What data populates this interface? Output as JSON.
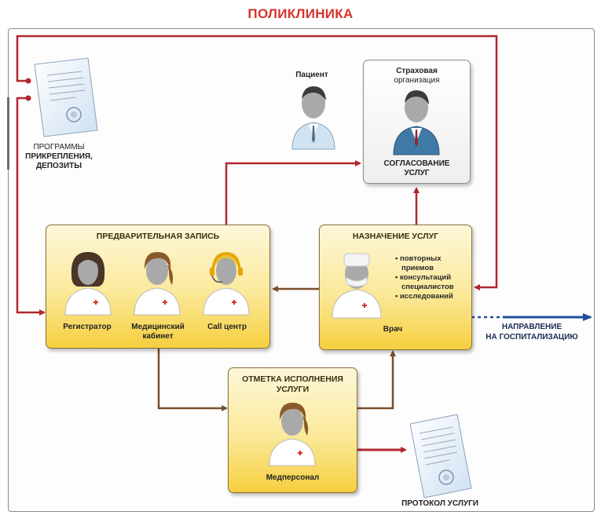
{
  "title": "ПОЛИКЛИНИКА",
  "programs_label": [
    "ПРОГРАММЫ",
    "ПРИКРЕПЛЕНИЯ,",
    "ДЕПОЗИТЫ"
  ],
  "patient_label": "Пациент",
  "insurance": {
    "label": [
      "Страховая",
      "организация"
    ],
    "caption": [
      "СОГЛАСОВАНИЕ",
      "УСЛУГ"
    ]
  },
  "booking": {
    "title": "ПРЕДВАРИТЕЛЬНАЯ ЗАПИСЬ",
    "roles": [
      "Регистратор",
      "Медицинский кабинет",
      "Call центр"
    ],
    "roles_lines": [
      [
        "Регистратор"
      ],
      [
        "Медицинский",
        "кабинет"
      ],
      [
        "Call центр"
      ]
    ]
  },
  "assignment": {
    "title": "НАЗНАЧЕНИЕ УСЛУГ",
    "bullets": [
      "• повторных",
      "приемов",
      "• консультаций",
      "специалистов",
      "• исследований"
    ],
    "doctor": "Врач"
  },
  "hospital_label": [
    "НАПРАВЛЕНИЕ",
    "НА ГОСПИТАЛИЗАЦИЮ"
  ],
  "execution": {
    "title": [
      "ОТМЕТКА ИСПОЛНЕНИЯ",
      "УСЛУГИ"
    ],
    "role": "Медперсонал"
  },
  "protocol_label": "ПРОТОКОЛ УСЛУГИ",
  "colors": {
    "title_red": "#d6322b",
    "arrow_red": "#b3262d",
    "arrow_brown": "#7a4f2c",
    "arrow_blue": "#1f4e9c",
    "box_yellow": "#f6cf3f",
    "box_border": "#8b6f37"
  }
}
